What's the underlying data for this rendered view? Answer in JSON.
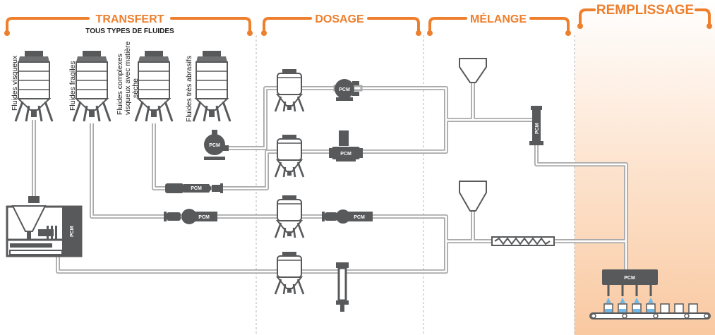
{
  "sections": {
    "transfert": {
      "title": "TRANSFERT",
      "subtitle": "TOUS TYPES DE FLUIDES"
    },
    "dosage": {
      "title": "DOSAGE"
    },
    "melange": {
      "title": "MÉLANGE"
    },
    "remplissage": {
      "title": "REMPLISSAGE"
    }
  },
  "tanks": [
    {
      "label_lines": [
        "Fluides visqueux"
      ]
    },
    {
      "label_lines": [
        "Fluides fragiles"
      ]
    },
    {
      "label_lines": [
        "Fluides complexes",
        "visqueux avec matière",
        "sèche"
      ]
    },
    {
      "label_lines": [
        "Fluides très abrasifs"
      ]
    }
  ],
  "brand": {
    "logo_text": "PCM",
    "accent": "#ee7f2d",
    "equipment": "#58595b",
    "pipe": "#a9a9a9"
  },
  "icons": {
    "pump": "pcm-pump-icon",
    "tank": "tank-icon",
    "hopper": "hopper-icon",
    "filler": "filling-machine-icon"
  }
}
